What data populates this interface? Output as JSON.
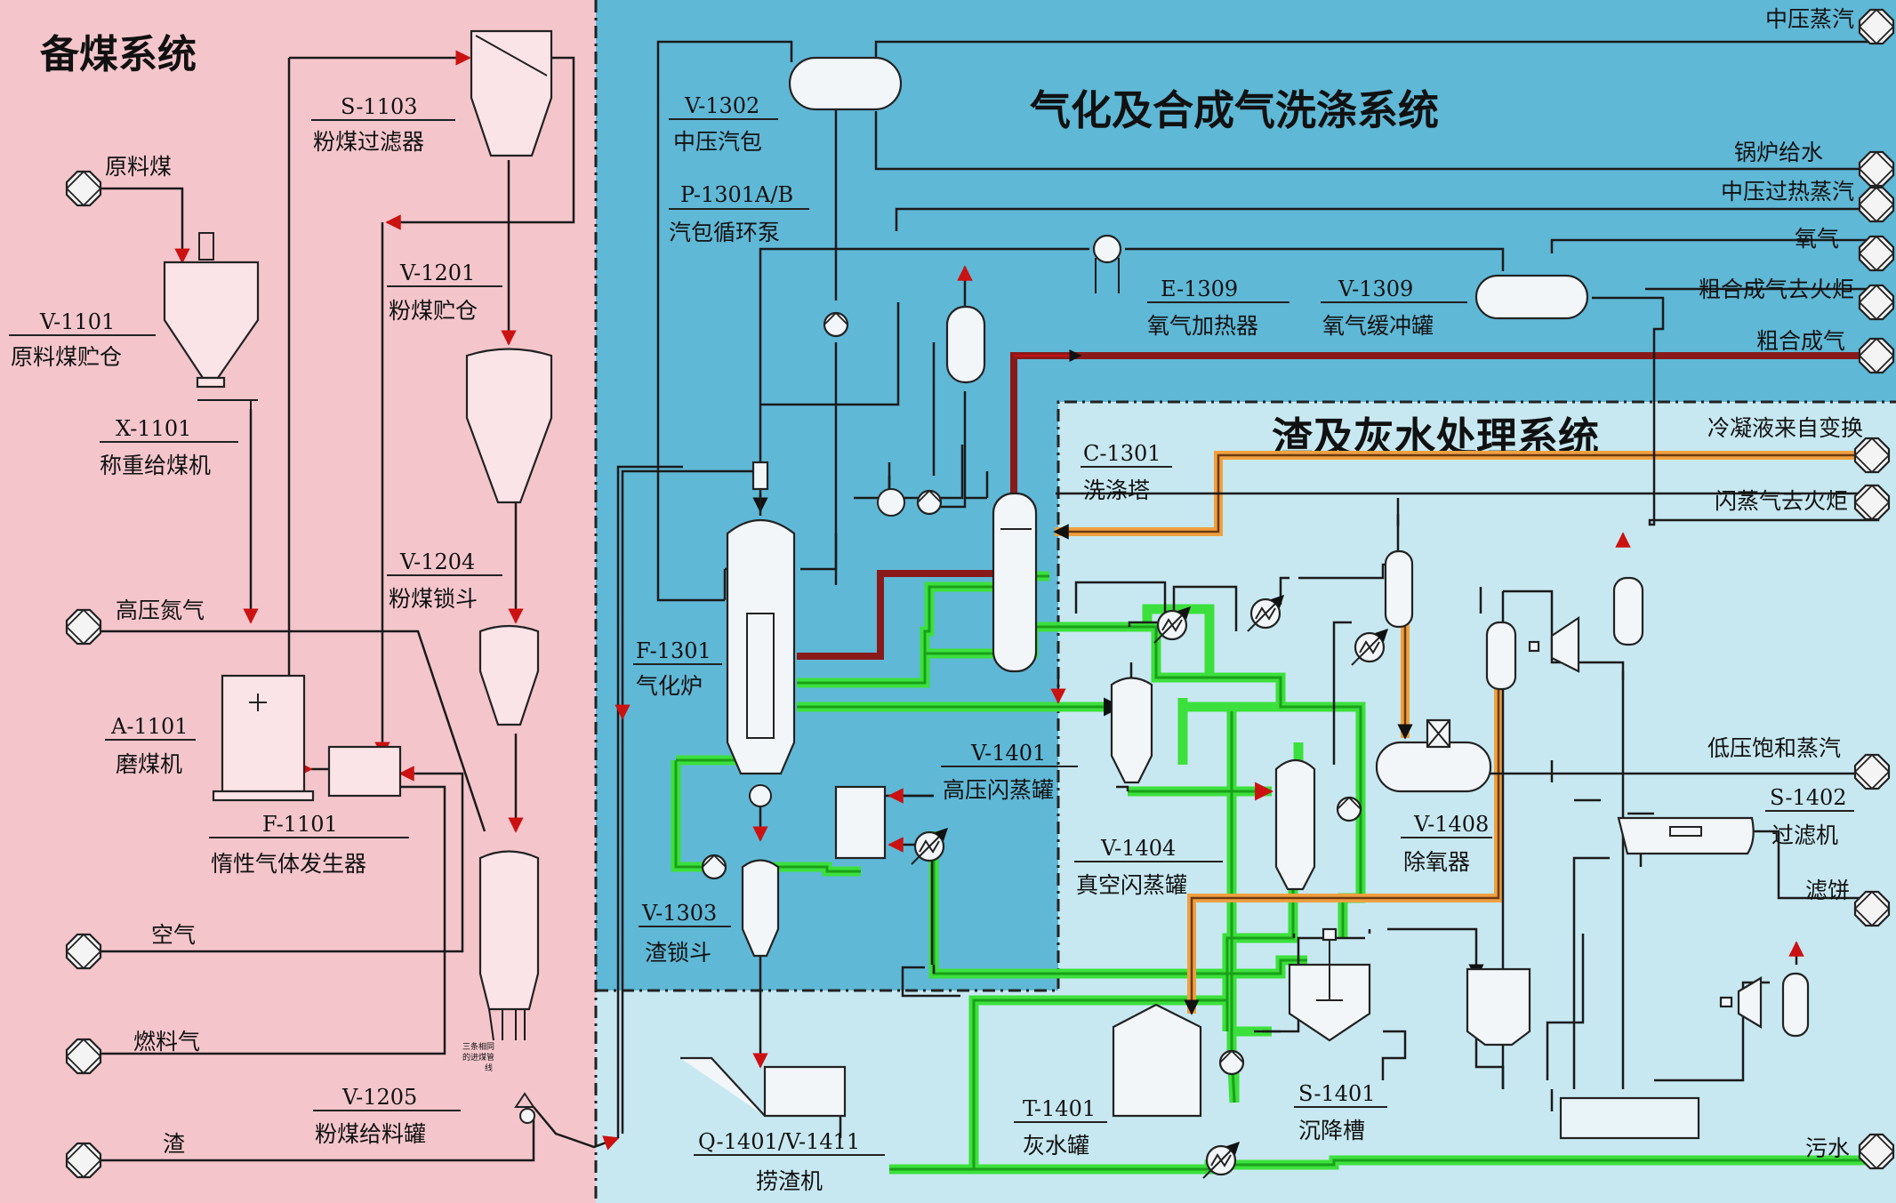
{
  "colors": {
    "coal_zone": "#f4c6cc",
    "gasification_zone": "#5fb8d6",
    "slag_zone": "#c7e8f1",
    "green_stream": "#3ce03c",
    "red_stream": "#8a1a1a",
    "orange_stream": "#f0a040",
    "arrow": "#cc1111"
  },
  "sections": {
    "coal_prep": "备煤系统",
    "gasification": "气化及合成气洗涤系统",
    "slag": "渣及灰水处理系统"
  },
  "equipment": [
    {
      "tag": "V-1101",
      "name": "原料煤贮仓"
    },
    {
      "tag": "X-1101",
      "name": "称重给煤机"
    },
    {
      "tag": "A-1101",
      "name": "磨煤机"
    },
    {
      "tag": "F-1101",
      "name": "惰性气体发生器"
    },
    {
      "tag": "S-1103",
      "name": "粉煤过滤器"
    },
    {
      "tag": "V-1201",
      "name": "粉煤贮仓"
    },
    {
      "tag": "V-1204",
      "name": "粉煤锁斗"
    },
    {
      "tag": "V-1205",
      "name": "粉煤给料罐"
    },
    {
      "tag": "V-1302",
      "name": "中压汽包"
    },
    {
      "tag": "P-1301A/B",
      "name": "汽包循环泵"
    },
    {
      "tag": "E-1309",
      "name": "氧气加热器"
    },
    {
      "tag": "V-1309",
      "name": "氧气缓冲罐"
    },
    {
      "tag": "C-1301",
      "name": "洗涤塔"
    },
    {
      "tag": "F-1301",
      "name": "气化炉"
    },
    {
      "tag": "V-1401",
      "name": "高压闪蒸罐"
    },
    {
      "tag": "V-1303",
      "name": "渣锁斗"
    },
    {
      "tag": "V-1404",
      "name": "真空闪蒸罐"
    },
    {
      "tag": "V-1408",
      "name": "除氧器"
    },
    {
      "tag": "S-1402",
      "name": "过滤机"
    },
    {
      "tag": "T-1401",
      "name": "灰水罐"
    },
    {
      "tag": "S-1401",
      "name": "沉降槽"
    },
    {
      "tag": "Q-1401/V-1411",
      "name": "捞渣机"
    }
  ],
  "streams_in": [
    "原料煤",
    "高压氮气",
    "空气",
    "燃料气",
    "渣"
  ],
  "streams_right": [
    "中压蒸汽",
    "锅炉给水",
    "中压过热蒸汽",
    "氧气",
    "粗合成气去火炬",
    "粗合成气",
    "冷凝液来自变换",
    "闪蒸气去火炬",
    "低压饱和蒸汽",
    "滤饼",
    "污水"
  ],
  "note_small": [
    "三条相同",
    "的进煤管",
    "线"
  ]
}
